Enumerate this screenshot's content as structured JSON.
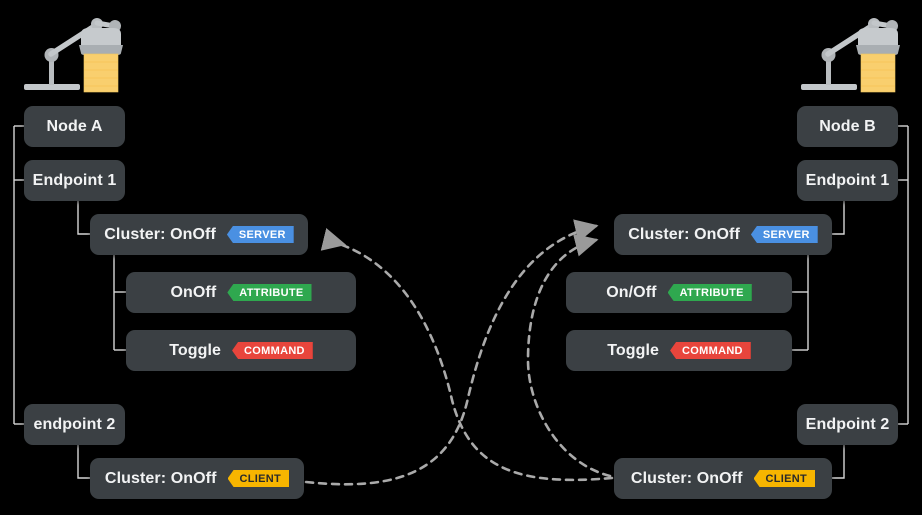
{
  "diagram": {
    "background": "#000000",
    "node_fill": "#3b4044",
    "edge_color": "#b0b0b0",
    "tree_line_color": "#d6d6d6",
    "badge_colors": {
      "server": "#4a90e2",
      "attribute": "#2fa84f",
      "command": "#e8453c",
      "client": "#f7b500"
    }
  },
  "left": {
    "lamp_icon": "desk-lamp-icon",
    "node": "Node A",
    "endpoint1": "Endpoint 1",
    "endpoint2": "endpoint 2",
    "cluster_server": "Cluster: OnOff",
    "cluster_server_badge": "SERVER",
    "attribute_name": "OnOff",
    "attribute_badge": "ATTRIBUTE",
    "command_name": "Toggle",
    "command_badge": "COMMAND",
    "cluster_client": "Cluster: OnOff",
    "cluster_client_badge": "CLIENT"
  },
  "right": {
    "lamp_icon": "desk-lamp-icon",
    "node": "Node B",
    "endpoint1": "Endpoint 1",
    "endpoint2": "Endpoint 2",
    "cluster_server": "Cluster: OnOff",
    "cluster_server_badge": "SERVER",
    "attribute_name": "On/Off",
    "attribute_badge": "ATTRIBUTE",
    "command_name": "Toggle",
    "command_badge": "COMMAND",
    "cluster_client": "Cluster: OnOff",
    "cluster_client_badge": "CLIENT"
  },
  "links": [
    {
      "name": "left-client-to-right-server",
      "from": "left.cluster_client",
      "to": "right.cluster_server",
      "style": "dashed",
      "arrow": "end"
    },
    {
      "name": "right-client-to-left-server",
      "from": "right.cluster_client",
      "to": "left.cluster_server",
      "style": "dashed",
      "arrow": "end"
    },
    {
      "name": "right-client-to-right-server",
      "from": "right.cluster_client",
      "to": "right.cluster_server",
      "style": "dashed",
      "arrow": "end"
    }
  ]
}
